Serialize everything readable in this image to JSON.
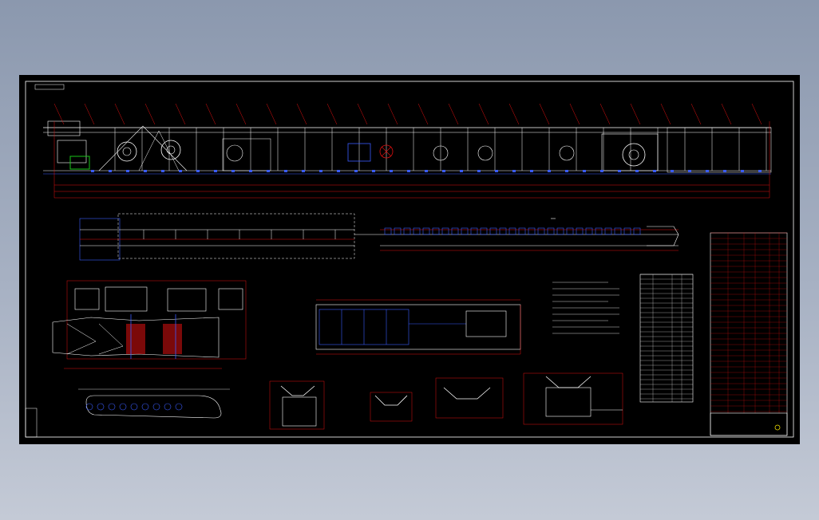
{
  "viewer": {
    "background_top": "#8b98ae",
    "background_bottom": "#c4cad6",
    "canvas_color": "#000000"
  },
  "colors": {
    "outline": "#ffffff",
    "dimension": "#e01010",
    "component": "#3a5cff",
    "accent_green": "#19c419",
    "accent_magenta": "#ff2bd6",
    "accent_yellow": "#f0e000",
    "table_grid": "#ffffff",
    "title_block_red": "#e01010"
  },
  "icons": {
    "drive_pulley": "pulley-icon",
    "tail_pulley": "tail-pulley-icon",
    "idler_set": "idler-icon",
    "motor": "motor-icon",
    "north_arrow": "compass-icon"
  },
  "sections": [
    "conveyor-elevation",
    "conveyor-plan-view",
    "drive-station-plan",
    "tail-station-plan",
    "belt-path-diagram",
    "idler-cross-sections",
    "technical-notes",
    "parts-list",
    "title-block"
  ]
}
